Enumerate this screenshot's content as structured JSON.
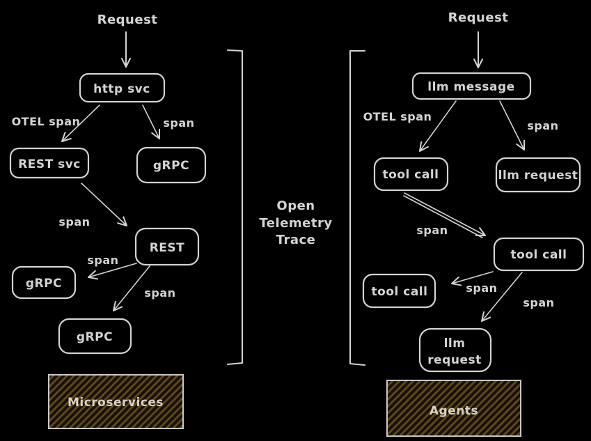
{
  "colors": {
    "background": "#000000",
    "ink": "#d4d4d4",
    "hatch_line": "#5f471d",
    "hatch_background": "#171004",
    "category_border": "#c9c9c9",
    "category_text": "#d9d3c7"
  },
  "center": {
    "title_lines": [
      "Open",
      "Telemetry",
      "Trace"
    ]
  },
  "left": {
    "request": "Request",
    "nodes": {
      "http_svc": "http svc",
      "rest_svc": "REST svc",
      "grpc_top": "gRPC",
      "rest": "REST",
      "grpc_mid": "gRPC",
      "grpc_bottom": "gRPC"
    },
    "edges": {
      "otel_span": "OTEL span",
      "span_grpc_top": "span",
      "span_rest": "span",
      "span_grpc_mid": "span",
      "span_grpc_bottom": "span"
    },
    "category": "Microservices"
  },
  "right": {
    "request": "Request",
    "nodes": {
      "llm_message": "llm message",
      "tool_call_1": "tool call",
      "llm_request_1": "llm request",
      "tool_call_2": "tool call",
      "tool_call_3": "tool call",
      "llm_request_2_line1": "llm",
      "llm_request_2_line2": "request"
    },
    "edges": {
      "otel_span": "OTEL span",
      "span_llm_request_1": "span",
      "span_tool_call_2": "span",
      "span_tool_call_3": "span",
      "span_llm_request_2": "span"
    },
    "category": "Agents"
  }
}
